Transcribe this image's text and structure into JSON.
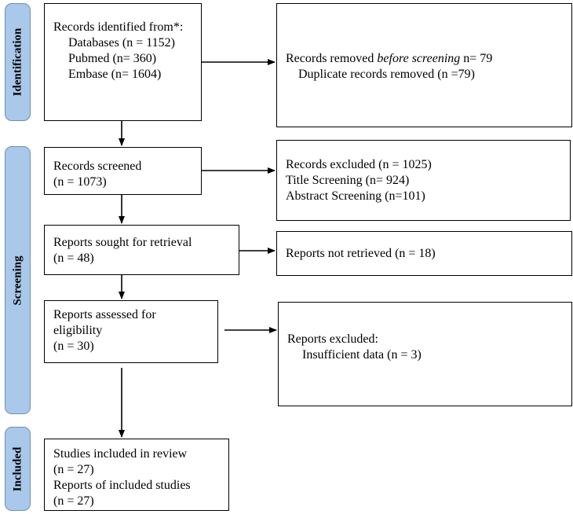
{
  "phases": {
    "identification": "Identification",
    "screening": "Screening",
    "included": "Included"
  },
  "identified": {
    "title": "Records identified from*:",
    "databases": "Databases (n = 1152)",
    "pubmed": "Pubmed (n= 360)",
    "embase": "Embase (n= 1604)"
  },
  "removed": {
    "prefix": "Records removed ",
    "italic": "before screening",
    "suffix": " n= 79",
    "duplicates": "Duplicate records removed (n =79)"
  },
  "screened": {
    "title": "Records screened",
    "count": "(n = 1073)"
  },
  "excluded": {
    "title": "Records excluded (n = 1025)",
    "title_screening": "Title Screening (n= 924)",
    "abstract_screening": "Abstract Screening (n=101)"
  },
  "sought": {
    "title": "Reports sought for retrieval",
    "count": "(n = 48)"
  },
  "not_retrieved": {
    "title": "Reports not retrieved (n = 18)"
  },
  "assessed": {
    "line1": "Reports assessed for",
    "line2": "eligibility",
    "count": "(n = 30)"
  },
  "reports_excluded": {
    "title": "Reports excluded:",
    "reason": "Insufficient data (n = 3)"
  },
  "included": {
    "studies": "Studies included in review",
    "studies_count": "(n = 27)",
    "reports": "Reports of included studies",
    "reports_count": "(n = 27)"
  }
}
